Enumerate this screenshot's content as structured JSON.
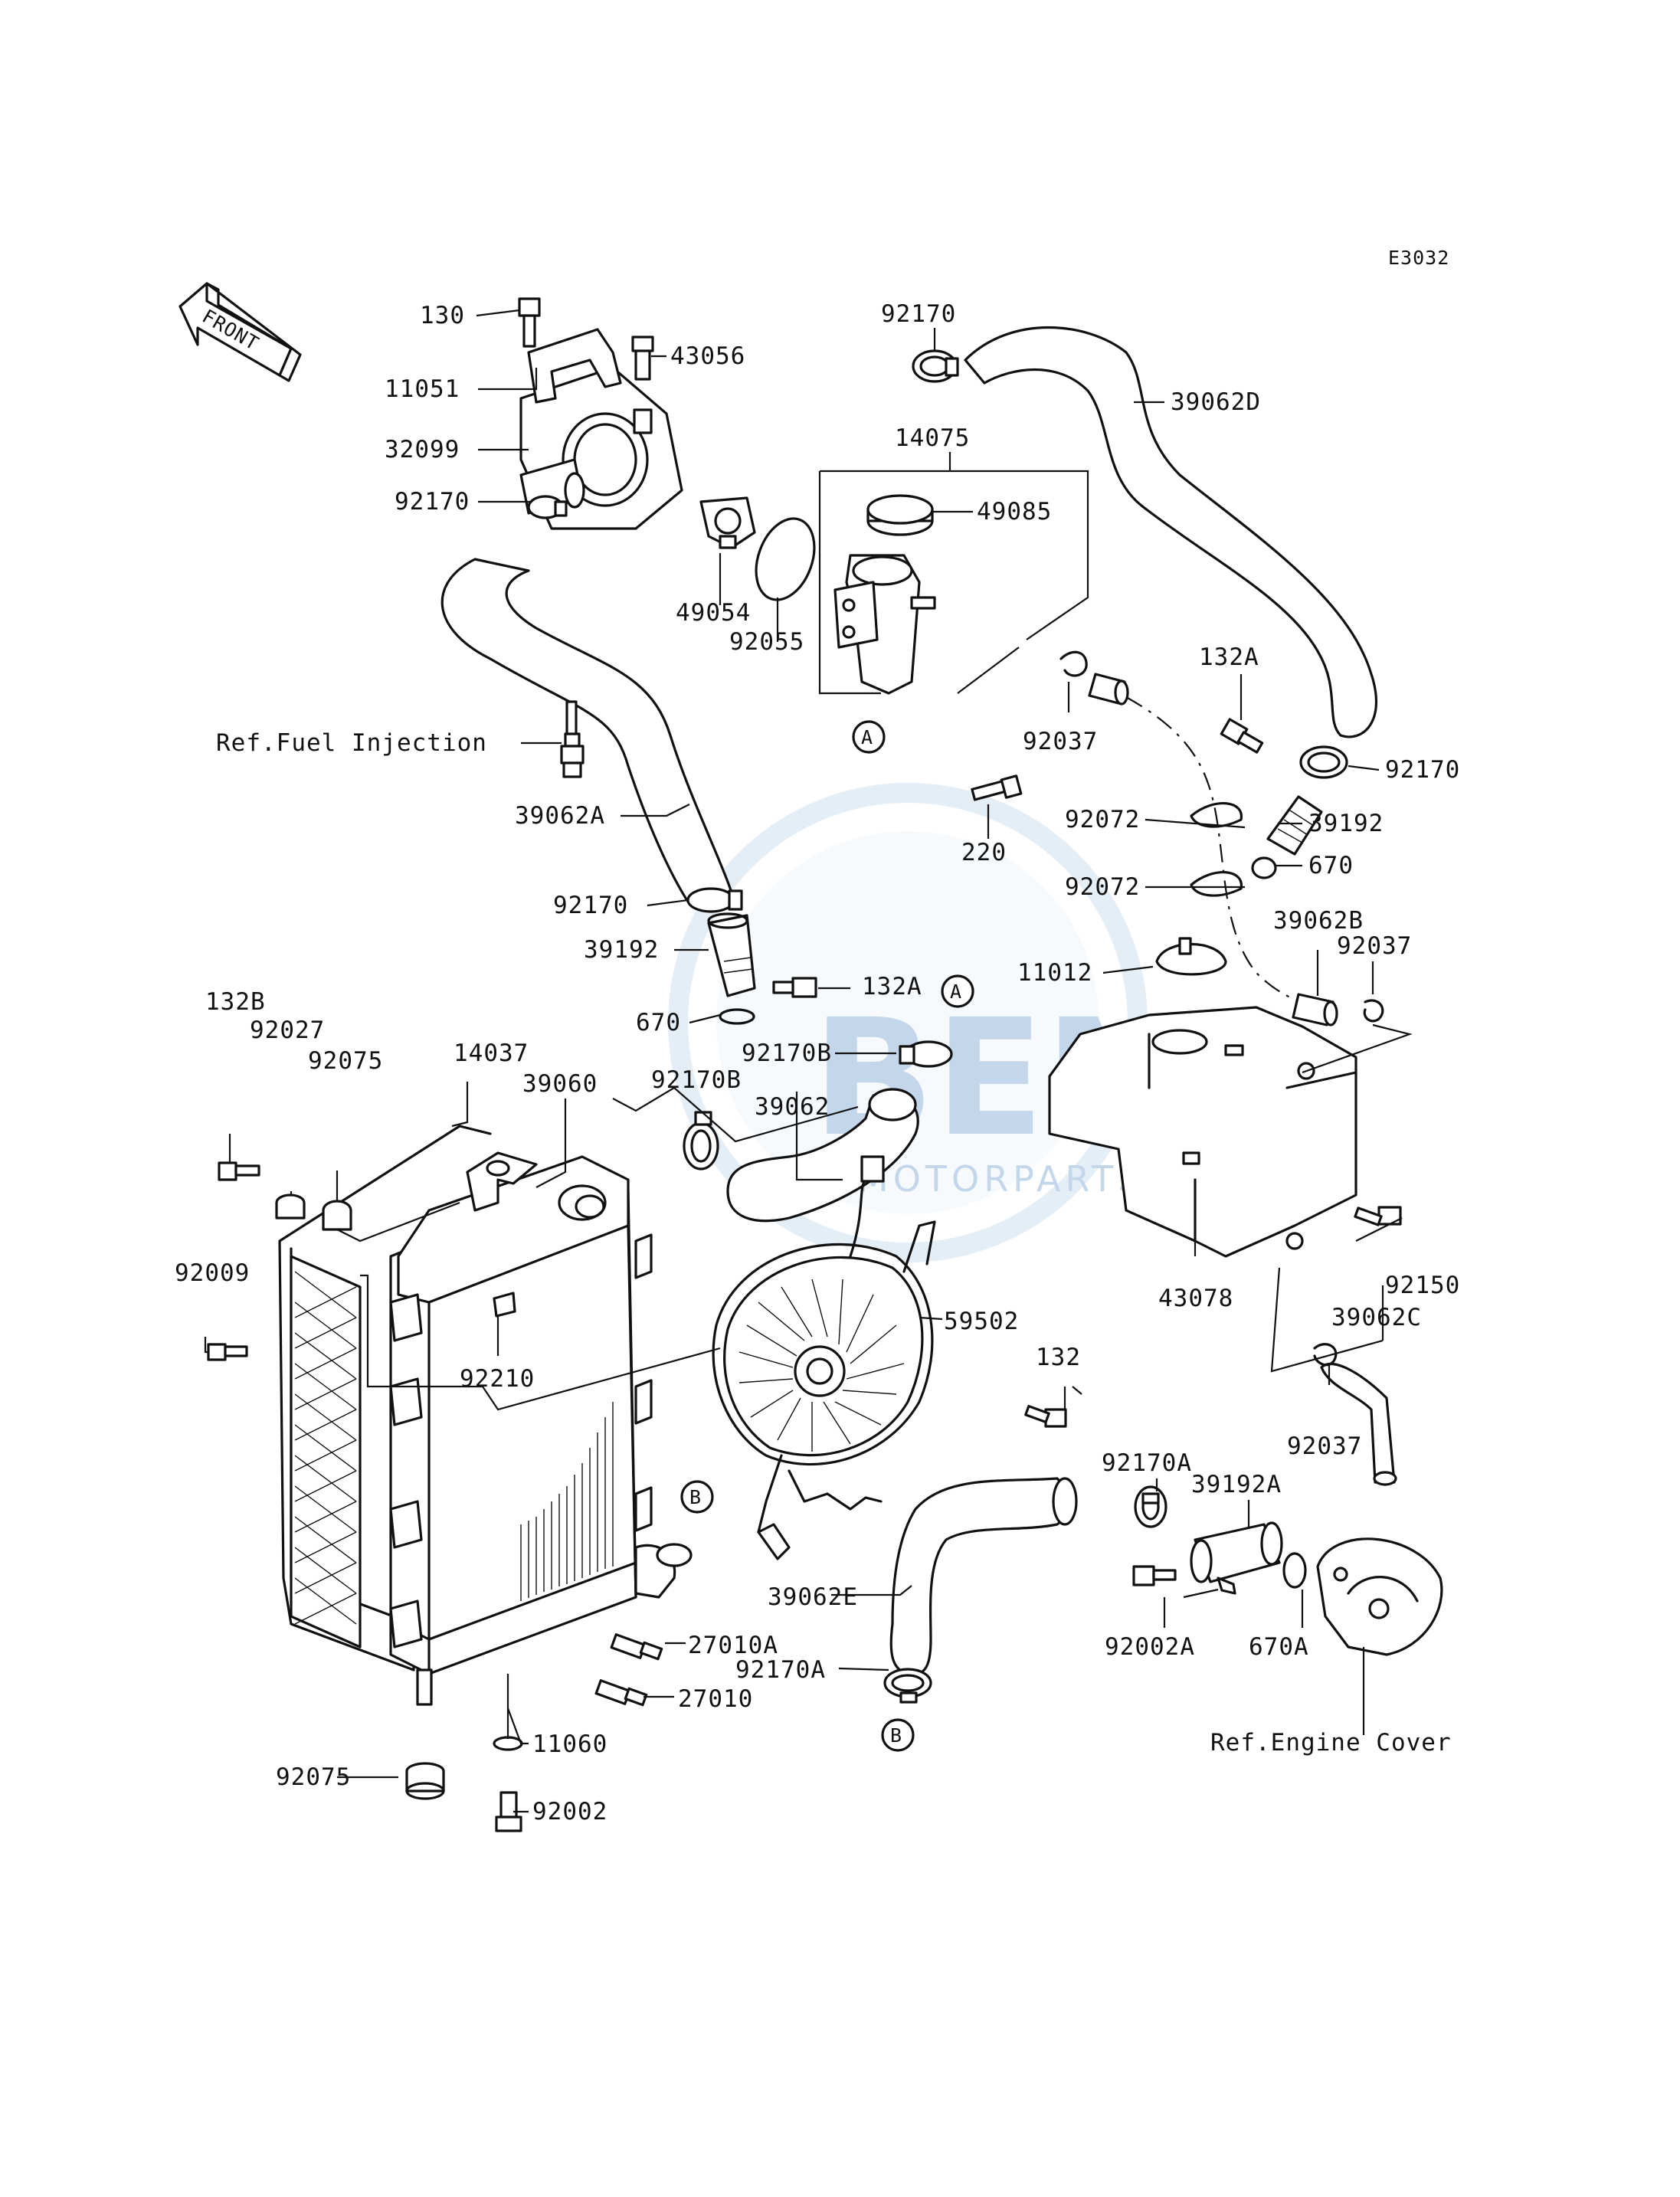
{
  "diagram_code": "E3032",
  "front_arrow_label": "FRONT",
  "watermark": {
    "brand": "BEM",
    "subtitle": "MOTORPARTS",
    "colors": {
      "blue": "#2f6fb6",
      "light": "#9fc3e6"
    }
  },
  "labels": {
    "p130": "130",
    "p11051": "11051",
    "p43056": "43056",
    "p32099": "32099",
    "p92170_top": "92170",
    "p39062D": "39062D",
    "p14075": "14075",
    "p49085": "49085",
    "p92170_l": "92170",
    "p49054": "49054",
    "p92055": "92055",
    "p92037_a": "92037",
    "p132A_top": "132A",
    "p92170_r": "92170",
    "p39192_r": "39192",
    "p670_r": "670",
    "p92072_a": "92072",
    "p92072_b": "92072",
    "p220": "220",
    "ref_fuel": "Ref.Fuel Injection",
    "p39062A": "39062A",
    "p92170_m": "92170",
    "p39192_m": "39192",
    "p132A_m": "132A",
    "p670_m": "670",
    "p92170B_a": "92170B",
    "p92170B_b": "92170B",
    "p39062": "39062",
    "p11012": "11012",
    "p39062B": "39062B",
    "p92037_b": "92037",
    "p132B": "132B",
    "p92027": "92027",
    "p92075_top": "92075",
    "p14037": "14037",
    "p39060": "39060",
    "p92009": "92009",
    "p92210": "92210",
    "p59502": "59502",
    "p132": "132",
    "p43078": "43078",
    "p92150": "92150",
    "p39062C": "39062C",
    "p92037_c": "92037",
    "p92170A_a": "92170A",
    "p39192A": "39192A",
    "p39062E": "39062E",
    "p27010A": "27010A",
    "p27010": "27010",
    "p92170A_b": "92170A",
    "p92002A": "92002A",
    "p670A": "670A",
    "ref_engine": "Ref.Engine Cover",
    "p11060": "11060",
    "p92075_bot": "92075",
    "p92002": "92002"
  },
  "callouts": {
    "a1": "A",
    "a2": "A",
    "b1": "B",
    "b2": "B"
  }
}
